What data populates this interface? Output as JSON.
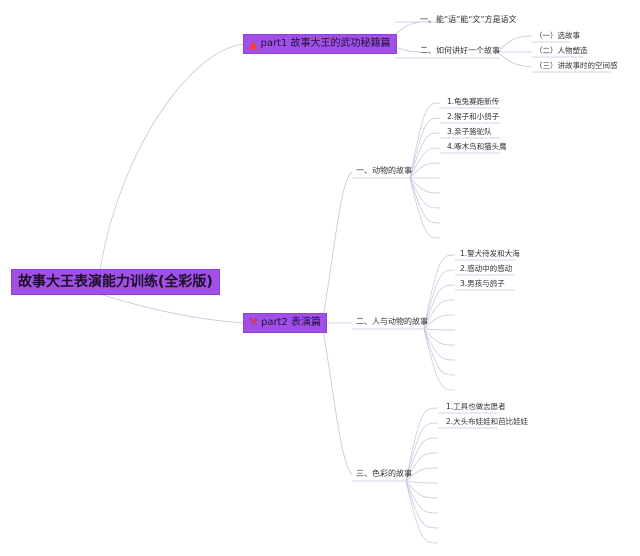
{
  "root": {
    "label": "故事大王表演能力训练(全彩版)"
  },
  "part1": {
    "label": "part1 故事大王的武功秘籍篇",
    "icon": "flame-icon",
    "children": [
      {
        "label": "一、能“语”能“文”方是语文"
      },
      {
        "label": "二、如何讲好一个故事",
        "children": [
          "（一）选故事",
          "（二）人物塑造",
          "（三）讲故事时的空间感"
        ]
      }
    ]
  },
  "part2": {
    "label": "part2 表演篇",
    "icon": "hammer-icon",
    "children": [
      {
        "label": "一、动物的故事",
        "leaves": [
          "1.龟兔赛跑新传",
          "2.猴子和小鸽子",
          "3.亲子骆驼队",
          "4.啄木鸟和猫头鹰"
        ]
      },
      {
        "label": "二、人与动物的故事",
        "leaves": [
          "1.警犬待发和大海",
          "2.感动中的感动",
          "3.男孩与鸽子"
        ]
      },
      {
        "label": "三、色彩的故事",
        "leaves": [
          "1.工具也做志愿者",
          "2.大头布娃娃和芭比娃娃"
        ]
      }
    ]
  },
  "colors": {
    "node_fill": "#a050e6",
    "line": "#c9c3dc"
  }
}
